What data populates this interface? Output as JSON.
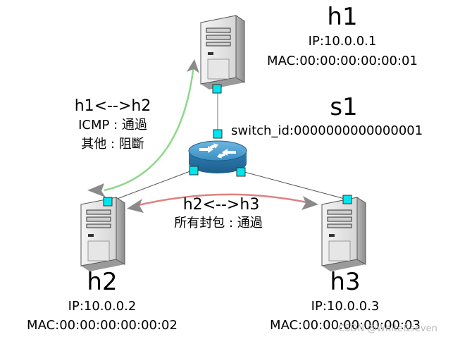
{
  "hosts": {
    "h1": {
      "name": "h1",
      "ip": "IP:10.0.0.1",
      "mac": "MAC:00:00:00:00:00:01"
    },
    "h2": {
      "name": "h2",
      "ip": "IP:10.0.0.2",
      "mac": "MAC:00:00:00:00:00:02"
    },
    "h3": {
      "name": "h3",
      "ip": "IP:10.0.0.3",
      "mac": "MAC:00:00:00:00:00:03"
    }
  },
  "switch": {
    "name": "s1",
    "id": "switch_id:0000000000000001"
  },
  "rules": {
    "h1_h2": {
      "title": "h1<-->h2",
      "line1": "ICMP : 通過",
      "line2": "其他 : 阻斷"
    },
    "h2_h3": {
      "title": "h2<-->h3",
      "line1": "所有封包 : 通過"
    }
  },
  "colors": {
    "link_green": "#8ed88a",
    "link_red": "#e08080",
    "port": "#00e5ee",
    "switch_blue": "#3a8fc4"
  },
  "watermark": "CSDN @White&seven"
}
